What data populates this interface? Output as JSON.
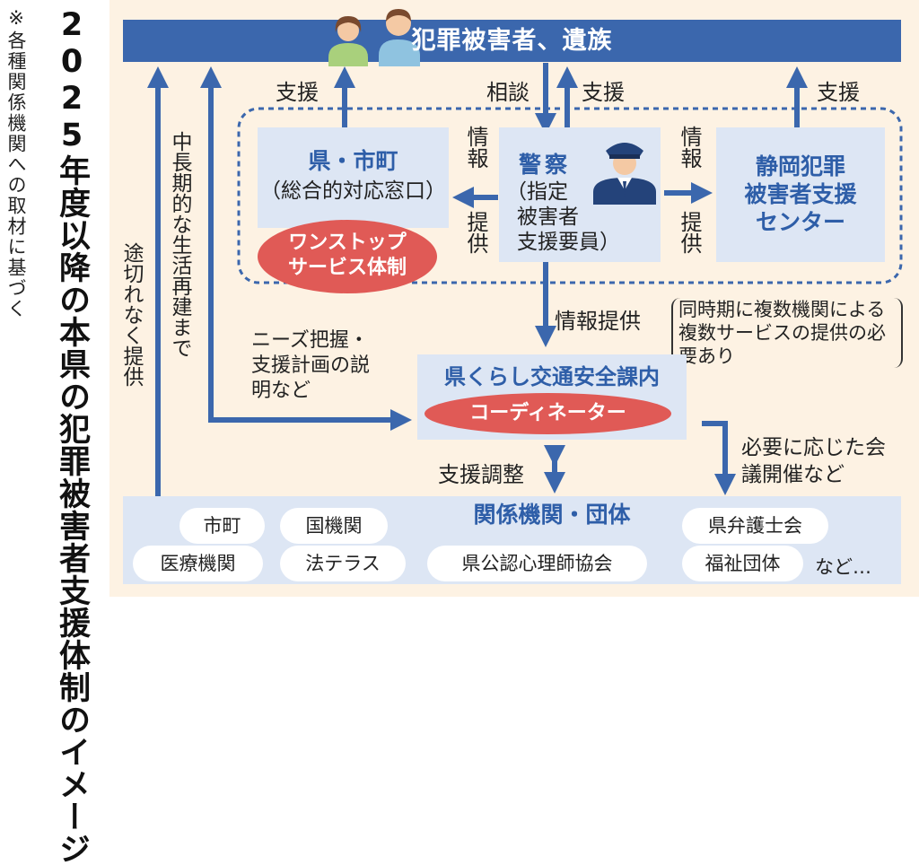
{
  "title": "2025年度以降の本県の犯罪被害者支援体制のイメージ",
  "note": "※各種関係機関への取材に基づく",
  "victims": {
    "label": "犯罪被害者、遺族"
  },
  "labels": {
    "support_left": "支援",
    "consult": "相談",
    "support_center": "支援",
    "support_right": "支援",
    "info_left_top": "情報",
    "info_left_bottom": "提供",
    "info_right_top": "情報",
    "info_right_bottom": "提供",
    "info_provision": "情報提供",
    "simultaneous": "同時期に複数機関による複数サービスの提供の必要あり",
    "needs": "ニーズ把握・支援計画の説明など",
    "long_term": "中長期的な生活再建まで",
    "seamless": "途切れなく提供",
    "coordination": "支援調整",
    "meeting": "必要に応じた会議開催など",
    "etc": "など…"
  },
  "boxes": {
    "prefecture": {
      "title": "県・市町",
      "sub": "（総合的対応窓口）"
    },
    "police": {
      "title": "警察",
      "sub1": "（指定",
      "sub2": "被害者",
      "sub3": "支援要員）"
    },
    "center": {
      "line1": "静岡犯罪",
      "line2": "被害者支援",
      "line3": "センター"
    },
    "division": {
      "title": "県くらし交通安全課内"
    },
    "agencies": {
      "title": "関係機関・団体"
    }
  },
  "ellipses": {
    "onestop_line1": "ワンストップ",
    "onestop_line2": "サービス体制",
    "coordinator": "コーディネーター"
  },
  "organizations": [
    "市町",
    "国機関",
    "医療機関",
    "法テラス",
    "県公認心理師協会",
    "県弁護士会",
    "福祉団体"
  ],
  "colors": {
    "navy": "#3b67ad",
    "box_fill": "#dde6f4",
    "red": "#e05a56",
    "panel": "#fdf2e3"
  },
  "icons": [
    "people-icon",
    "police-officer-icon"
  ]
}
